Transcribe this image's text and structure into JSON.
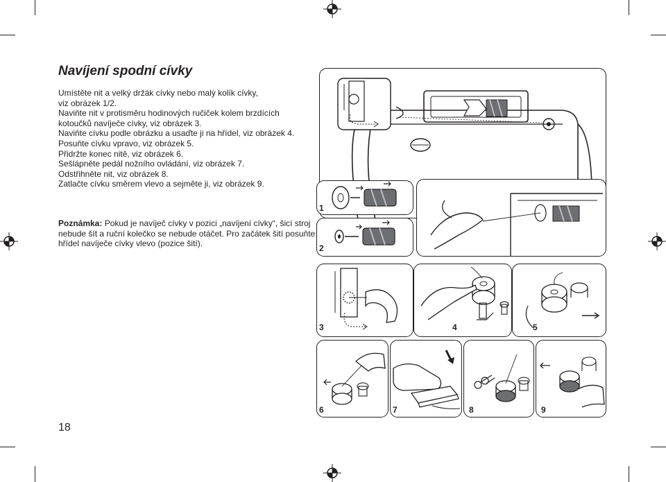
{
  "heading": "Navíjení spodní cívky",
  "instructions": [
    "Umístěte nit a velký držák cívky nebo malý kolík cívky,",
    "viz obrázek 1/2.",
    "Naviňte nit v protisměru hodinových ručiček kolem brzdících",
    "kotoučků navíječe cívky, viz obrázek 3.",
    "Naviňte cívku podle obrázku a usaďte ji na hřídel, viz obrázek 4.",
    "Posuňte cívku vpravo, viz obrázek 5.",
    "Přidržte konec nitě, viz obrázek 6.",
    "Sešlápněte pedál nožního ovládání, viz obrázek 7.",
    "Odstřihněte nit, viz obrázek 8.",
    "Zatlačte cívku směrem vlevo a sejměte ji, viz obrázek 9."
  ],
  "note": {
    "label": "Poznámka:",
    "text": " Pokud je navíječ cívky v pozici „navíjení cívky“, šicí stroj nebude šít a ruční kolečko se nebude otáčet. Pro začátek šití posuňte hřídel navíječe cívky vlevo (pozice šití)."
  },
  "figures": {
    "f1": "1",
    "f2": "2",
    "f3": "3",
    "f4": "4",
    "f5": "5",
    "f6": "6",
    "f7": "7",
    "f8": "8",
    "f9": "9"
  },
  "page_number": "18"
}
